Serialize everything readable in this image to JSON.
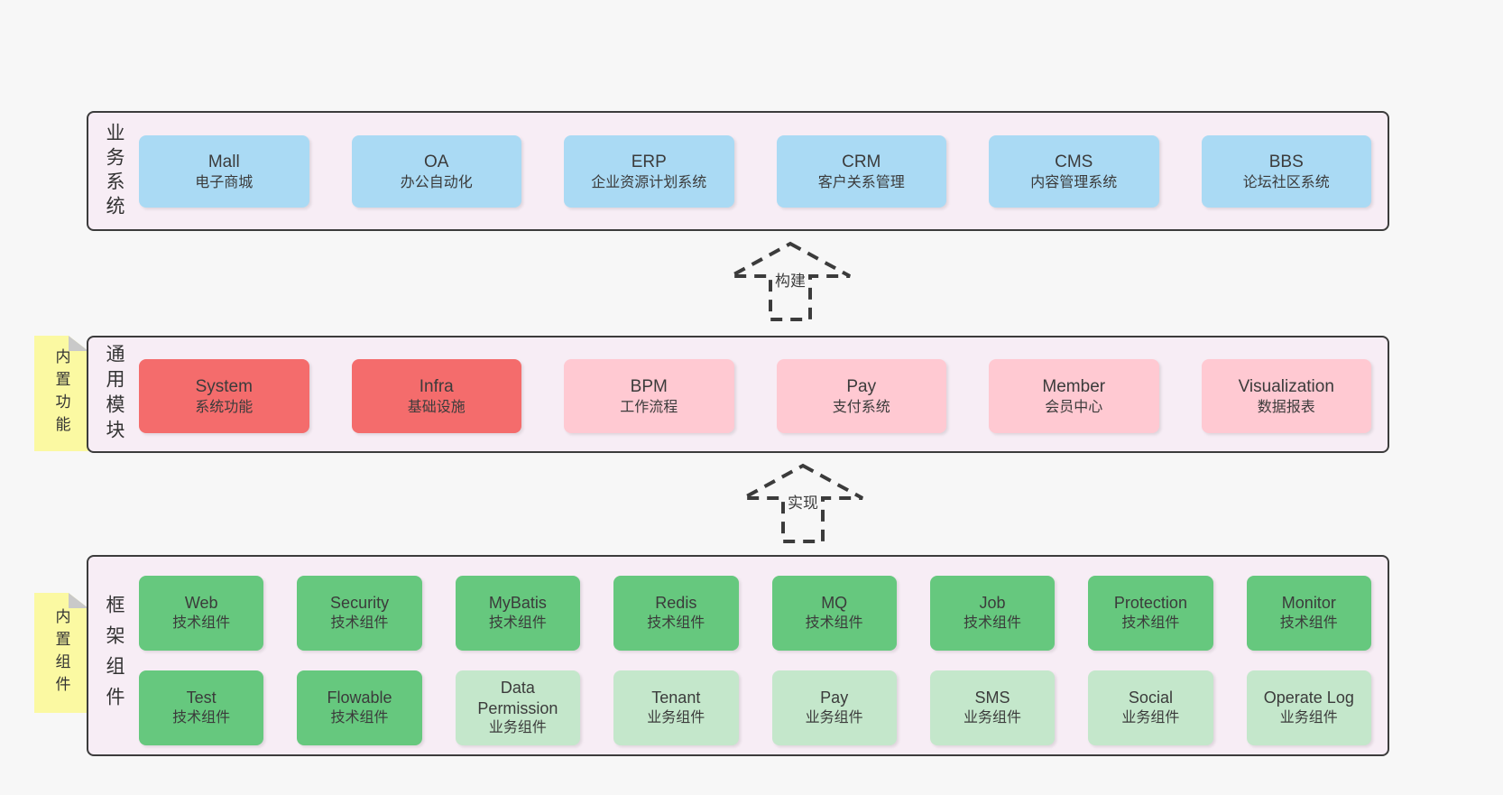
{
  "colors": {
    "page-bg": "#f7f7f7",
    "panel-bg": "#f7edf5",
    "panel-border": "#3c3c3c",
    "box-blue": "#aadaf4",
    "box-red": "#f46c6c",
    "box-pink": "#ffc9d2",
    "box-green": "#66c87e",
    "box-green-light": "#c4e7cb",
    "note-yellow": "#fbf9a2",
    "note-fold": "#c9c9c9",
    "arrow": "#3b3b3b"
  },
  "sections": [
    {
      "id": "business",
      "label": "业务系统",
      "boxes_rows": [
        [
          {
            "en": "Mall",
            "zh": "电子商城",
            "variant": "blue"
          },
          {
            "en": "OA",
            "zh": "办公自动化",
            "variant": "blue"
          },
          {
            "en": "ERP",
            "zh": "企业资源计划系统",
            "variant": "blue"
          },
          {
            "en": "CRM",
            "zh": "客户关系管理",
            "variant": "blue"
          },
          {
            "en": "CMS",
            "zh": "内容管理系统",
            "variant": "blue"
          },
          {
            "en": "BBS",
            "zh": "论坛社区系统",
            "variant": "blue"
          }
        ]
      ]
    },
    {
      "id": "modules",
      "label": "通用模块",
      "note": "内置功能",
      "boxes_rows": [
        [
          {
            "en": "System",
            "zh": "系统功能",
            "variant": "red"
          },
          {
            "en": "Infra",
            "zh": "基础设施",
            "variant": "red"
          },
          {
            "en": "BPM",
            "zh": "工作流程",
            "variant": "pink"
          },
          {
            "en": "Pay",
            "zh": "支付系统",
            "variant": "pink"
          },
          {
            "en": "Member",
            "zh": "会员中心",
            "variant": "pink"
          },
          {
            "en": "Visualization",
            "zh": "数据报表",
            "variant": "pink"
          }
        ]
      ]
    },
    {
      "id": "components",
      "label": "框架组件",
      "note": "内置组件",
      "boxes_rows": [
        [
          {
            "en": "Web",
            "zh": "技术组件",
            "variant": "green"
          },
          {
            "en": "Security",
            "zh": "技术组件",
            "variant": "green"
          },
          {
            "en": "MyBatis",
            "zh": "技术组件",
            "variant": "green"
          },
          {
            "en": "Redis",
            "zh": "技术组件",
            "variant": "green"
          },
          {
            "en": "MQ",
            "zh": "技术组件",
            "variant": "green"
          },
          {
            "en": "Job",
            "zh": "技术组件",
            "variant": "green"
          },
          {
            "en": "Protection",
            "zh": "技术组件",
            "variant": "green"
          },
          {
            "en": "Monitor",
            "zh": "技术组件",
            "variant": "green"
          }
        ],
        [
          {
            "en": "Test",
            "zh": "技术组件",
            "variant": "green"
          },
          {
            "en": "Flowable",
            "zh": "技术组件",
            "variant": "green"
          },
          {
            "en": "Data Permission",
            "zh": "业务组件",
            "variant": "green-light"
          },
          {
            "en": "Tenant",
            "zh": "业务组件",
            "variant": "green-light"
          },
          {
            "en": "Pay",
            "zh": "业务组件",
            "variant": "green-light"
          },
          {
            "en": "SMS",
            "zh": "业务组件",
            "variant": "green-light"
          },
          {
            "en": "Social",
            "zh": "业务组件",
            "variant": "green-light"
          },
          {
            "en": "Operate Log",
            "zh": "业务组件",
            "variant": "green-light"
          }
        ]
      ]
    }
  ],
  "arrows": [
    {
      "label": "构建"
    },
    {
      "label": "实现"
    }
  ]
}
